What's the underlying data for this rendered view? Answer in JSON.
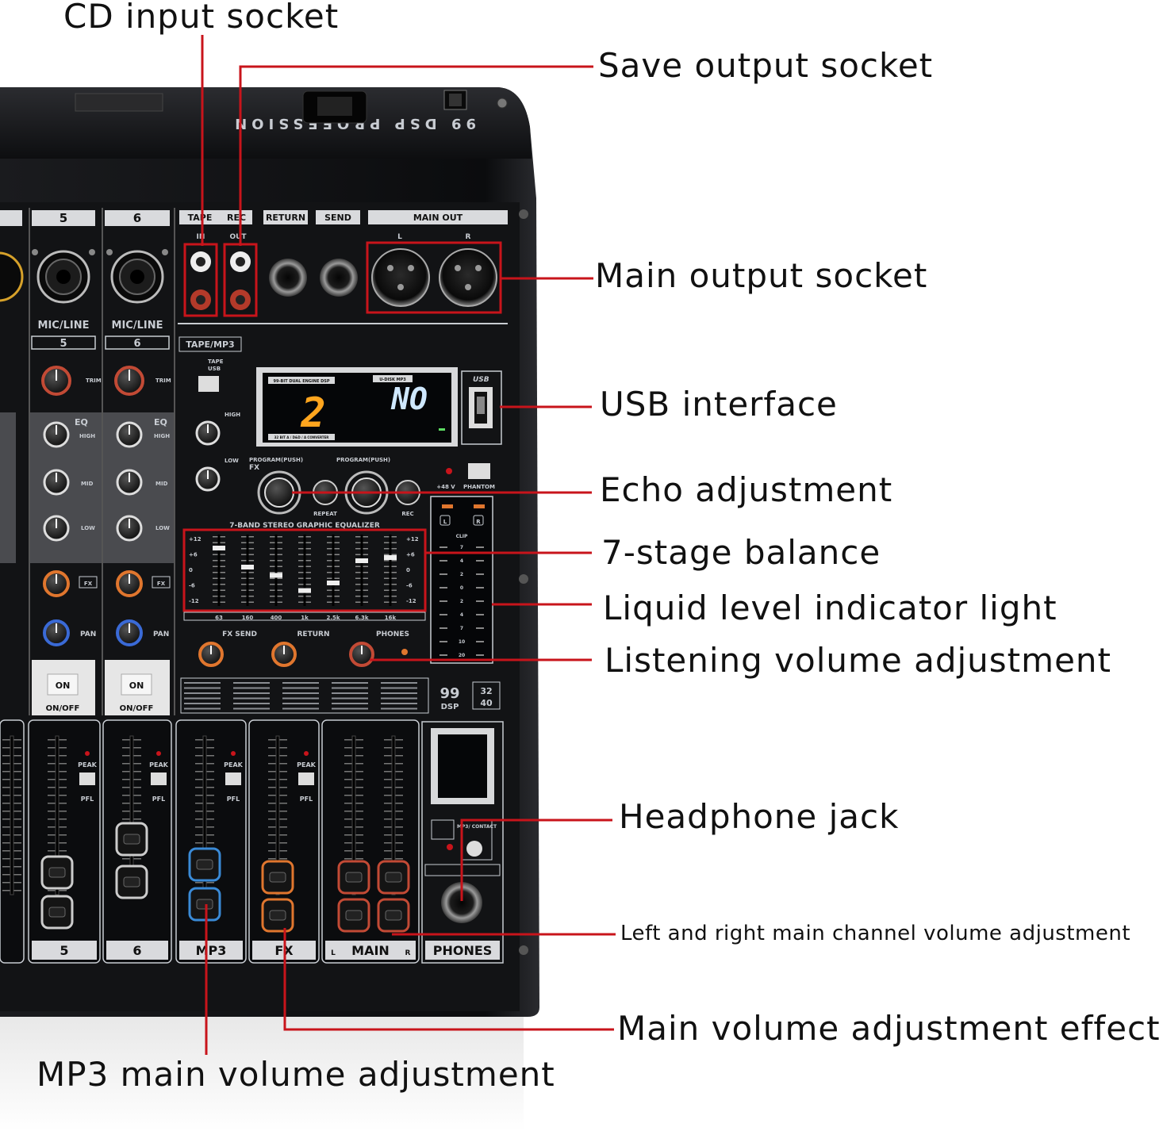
{
  "callouts": {
    "cd_input": "CD input socket",
    "save_output": "Save output socket",
    "main_output": "Main output socket",
    "usb_interface": "USB interface",
    "echo_adjustment": "Echo adjustment",
    "seven_stage": "7-stage balance",
    "level_indicator": "Liquid level indicator light",
    "listening_volume": "Listening volume adjustment",
    "headphone_jack": "Headphone jack",
    "lr_main_volume": "Left and right main channel volume adjustment",
    "main_volume_effect": "Main volume adjustment effect",
    "mp3_main_volume": "MP3 main volume adjustment"
  },
  "panel": {
    "ch5": "5",
    "ch6": "6",
    "tape": "TAPE",
    "rec": "REC",
    "return": "RETURN",
    "send": "SEND",
    "main_out": "MAIN OUT",
    "in": "IN",
    "out": "OUT",
    "l": "L",
    "r": "R",
    "mic_line": "MIC/LINE",
    "tape_mp3": "TAPE/MP3",
    "tape_usb_a": "TAPE",
    "tape_usb_b": "USB",
    "trim": "TRIM",
    "eq": "EQ",
    "high": "HIGH",
    "mid": "MID",
    "low": "LOW",
    "fx": "FX",
    "pan": "PAN",
    "on": "ON",
    "on_off": "ON/OFF",
    "dsp_title": "99-BIT DUAL ENGINE DSP",
    "udisk": "U-DISK MP3",
    "converter": "32 BIT A / D&D / A CONVERTER",
    "digit_left": "2",
    "digit_right": "NO",
    "usb_logo": "USB",
    "program_push_a": "PROGRAM(PUSH)",
    "program_push_b": "PROGRAM(PUSH)",
    "repeat": "REPEAT",
    "rec_btn": "REC",
    "phantom_48": "+48 V",
    "phantom": "PHANTOM",
    "eq_title": "7-BAND STEREO GRAPHIC EQUALIZER",
    "eq_scale": [
      "+12",
      "+6",
      "0",
      "-6",
      "-12"
    ],
    "eq_freqs": [
      "63",
      "160",
      "400",
      "1k",
      "2.5k",
      "6.3k",
      "16k"
    ],
    "clip": "CLIP",
    "meter_scale": [
      "7",
      "4",
      "2",
      "0",
      "2",
      "4",
      "7",
      "10",
      "20"
    ],
    "fx_send": "FX SEND",
    "return_knob": "RETURN",
    "phones": "PHONES",
    "dsp99": "99",
    "dsp_word": "DSP",
    "bit32": "32",
    "bit40": "40",
    "peak": "PEAK",
    "pfl": "PFL",
    "fader_mp3": "MP3",
    "fader_fx": "FX",
    "fader_main": "MAIN",
    "phones_label": "PHONES",
    "mp3_contact": "MP3/ CONTACT"
  },
  "colors": {
    "callout_line": "#c8141b",
    "panel": "#111214",
    "blue_fader": "#3a8ad6",
    "orange_fader": "#e0762e",
    "red_fader": "#c24a35",
    "display_orange": "#ffa51e",
    "display_blue": "#cfe8ff"
  }
}
